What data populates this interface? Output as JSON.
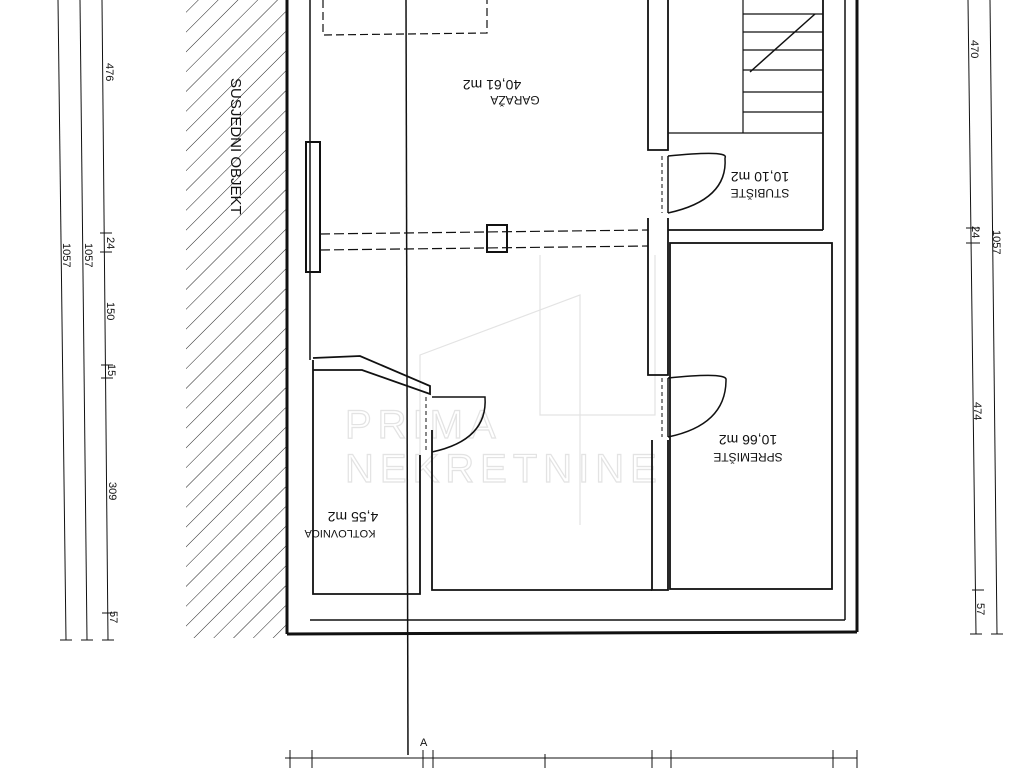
{
  "neighbor_label": "SUSJEDNI OBJEKT",
  "watermark": {
    "line1": "PRIMA",
    "line2": "NEKRETNINE"
  },
  "rooms": {
    "garage": {
      "name": "GARAŽA",
      "area": "40,61 m2"
    },
    "stairs": {
      "name": "STUBIŠTE",
      "area": "10,10 m2"
    },
    "storage": {
      "name": "SPREMIŠTE",
      "area": "10,66 m2"
    },
    "boiler": {
      "name": "KOTLOVNICA",
      "area": "4,55 m2"
    }
  },
  "dimensions": {
    "left_outer": "1057",
    "left_mid": "1057",
    "left_segments": [
      "476",
      "24",
      "150",
      "15",
      "309",
      "57"
    ],
    "right_outer": "1057",
    "right_segments": [
      "470",
      "24",
      "474",
      "57"
    ]
  },
  "section_marker": "A"
}
